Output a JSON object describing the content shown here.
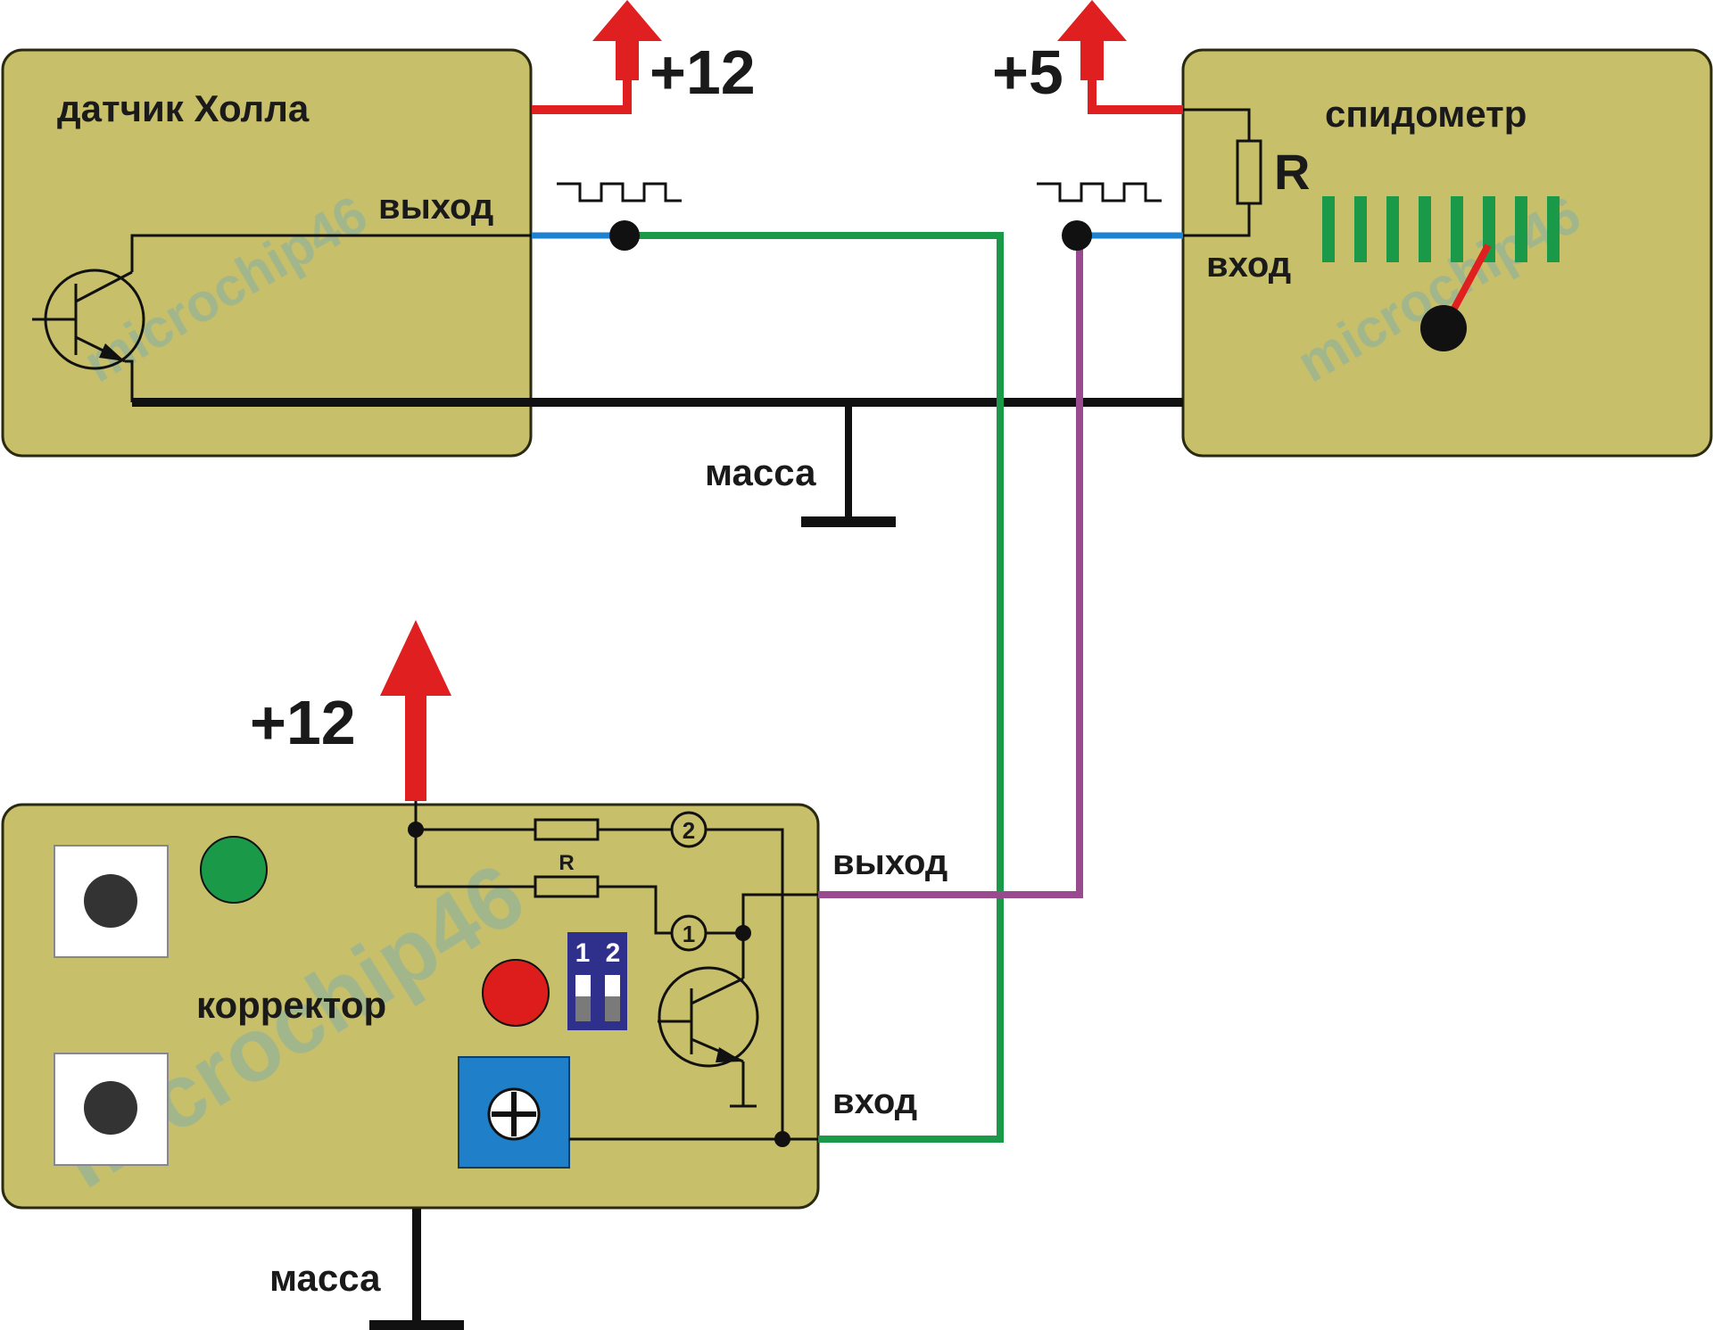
{
  "labels": {
    "hall_title": "датчик Холла",
    "hall_output": "выход",
    "speedo_title": "спидометр",
    "speedo_input": "вход",
    "speedo_resistor": "R",
    "ground_top": "масса",
    "v12_top": "+12",
    "v5_top": "+5",
    "corrector_title": "корректор",
    "corrector_output": "выход",
    "corrector_input": "вход",
    "corrector_resistor": "R",
    "pin_1": "1",
    "pin_2": "2",
    "dip_1": "1",
    "dip_2": "2",
    "v12_bottom": "+12",
    "ground_bottom": "масса"
  },
  "watermark": "microchip46",
  "colors": {
    "box_fill": "#c8bf6a",
    "box_stroke": "#2a2a10",
    "power_red": "#e02020",
    "signal_blue": "#1d82d0",
    "wire_green": "#1a9a48",
    "wire_purple": "#9a4a8e",
    "ground_black": "#111111",
    "scale_green": "#1a9a48",
    "led_green": "#1a9a48",
    "led_red": "#dd1c1c",
    "dip_blue": "#2f2f8c",
    "trimmer_blue": "#1f7fc8",
    "watermark": "#5aa8c8"
  },
  "icons": [
    "hall-transistor-icon",
    "corrector-transistor-icon",
    "pulse-waveform-icon",
    "speedometer-needle-icon",
    "trimmer-potentiometer-icon",
    "dip-switch-icon",
    "ground-symbol-icon",
    "power-arrow-icon"
  ]
}
